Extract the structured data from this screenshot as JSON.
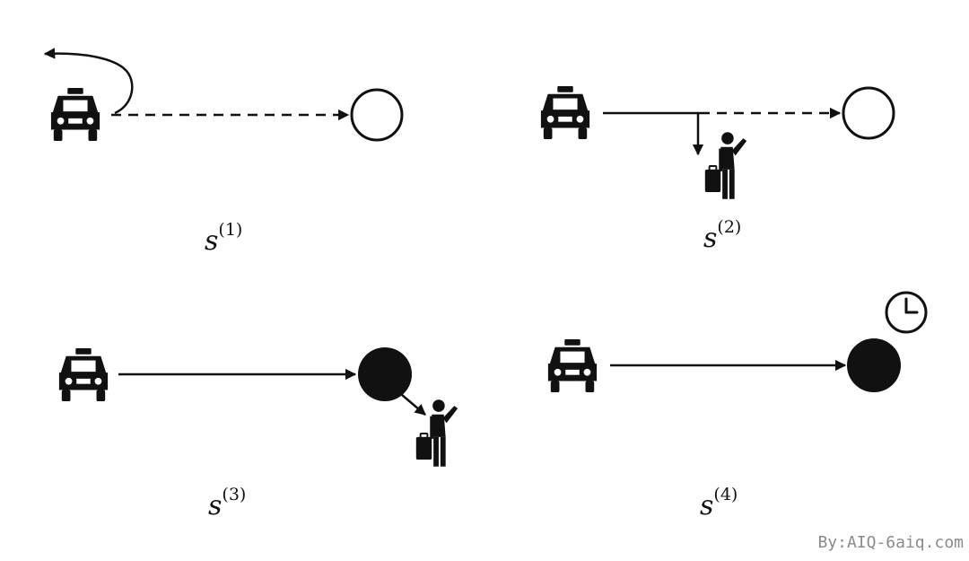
{
  "colors": {
    "ink": "#111111",
    "background": "#ffffff",
    "watermark": "#8a8a8a"
  },
  "panels": [
    {
      "label": "s",
      "superscript": "(1)",
      "icons": [
        "taxi-icon",
        "u-turn-arrow-icon",
        "dashed-arrow-icon",
        "empty-destination-circle-icon"
      ]
    },
    {
      "label": "s",
      "superscript": "(2)",
      "icons": [
        "taxi-icon",
        "solid-arrow-icon",
        "dashed-arrow-icon",
        "down-arrow-icon",
        "passenger-hailing-icon",
        "empty-destination-circle-icon"
      ]
    },
    {
      "label": "s",
      "superscript": "(3)",
      "icons": [
        "taxi-icon",
        "solid-arrow-icon",
        "filled-destination-circle-icon",
        "diagonal-arrow-icon",
        "passenger-hailing-icon"
      ]
    },
    {
      "label": "s",
      "superscript": "(4)",
      "icons": [
        "taxi-icon",
        "solid-arrow-icon",
        "filled-destination-circle-icon",
        "clock-icon"
      ]
    }
  ],
  "watermark": "By:AIQ-6aiq.com"
}
